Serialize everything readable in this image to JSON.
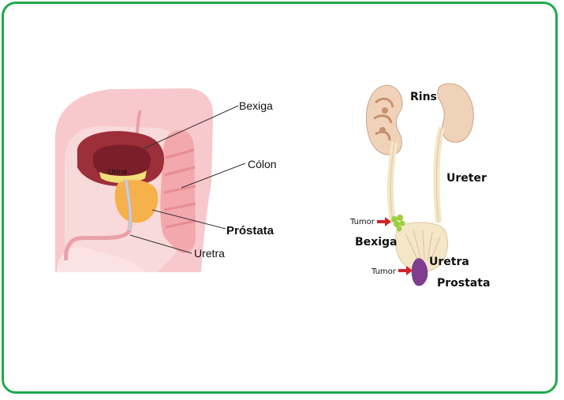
{
  "left_diagram": {
    "labels": {
      "urina": "Urina",
      "bexiga": "Bexiga",
      "colon": "Cólon",
      "prostata": "Próstata",
      "uretra": "Uretra"
    }
  },
  "right_diagram": {
    "labels": {
      "rins": "Rins",
      "ureter": "Ureter",
      "tumor_upper": "Tumor",
      "bexiga": "Bexiga",
      "uretra": "Uretra",
      "tumor_lower": "Tumor",
      "prostata": "Prostata"
    }
  },
  "colors": {
    "border": "#1faa4a",
    "body_pink": "#f7c9cc",
    "bladder": "#9c2f3a",
    "prostate": "#f6b14a",
    "kidney": "#f0d2b8",
    "ureter": "#f4e7c8",
    "tumor_green": "#9ccf3e",
    "tumor_purple": "#7e3d8e",
    "arrow_red": "#d3222a"
  }
}
